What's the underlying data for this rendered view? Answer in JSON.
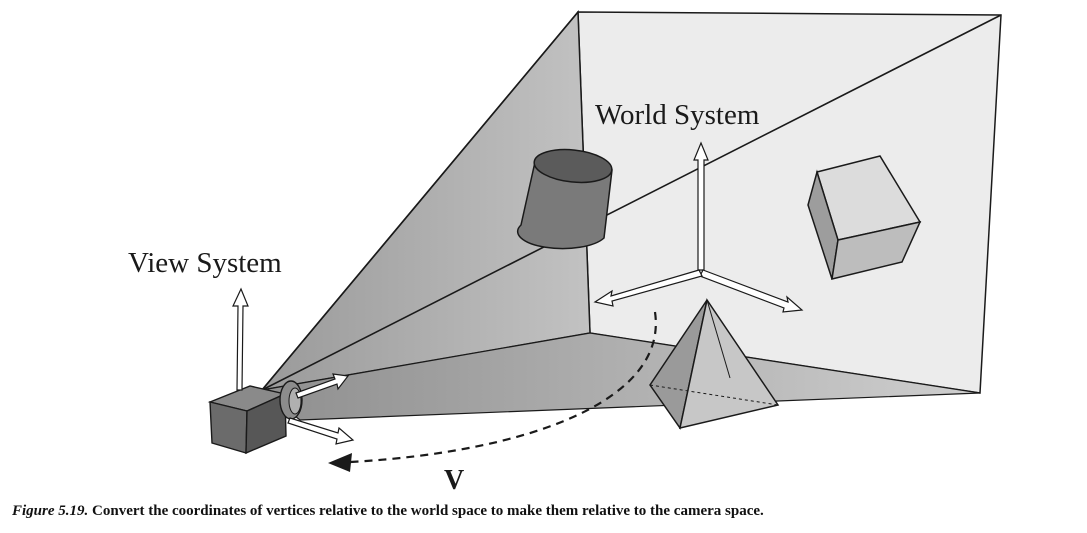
{
  "labels": {
    "world_system": "World System",
    "view_system": "View System",
    "v_label": "V"
  },
  "caption": {
    "figure_number": "Figure 5.19.",
    "text": " Convert the coordinates of vertices relative to the world space to make them relative to the camera space."
  },
  "colors": {
    "back_wall": "#ececec",
    "left_wall": "#b5b5b5",
    "floor": "#a9a9a9",
    "outline": "#1a1a1a",
    "camera": "#6e6e6e",
    "axis_fill": "#ffffff"
  }
}
